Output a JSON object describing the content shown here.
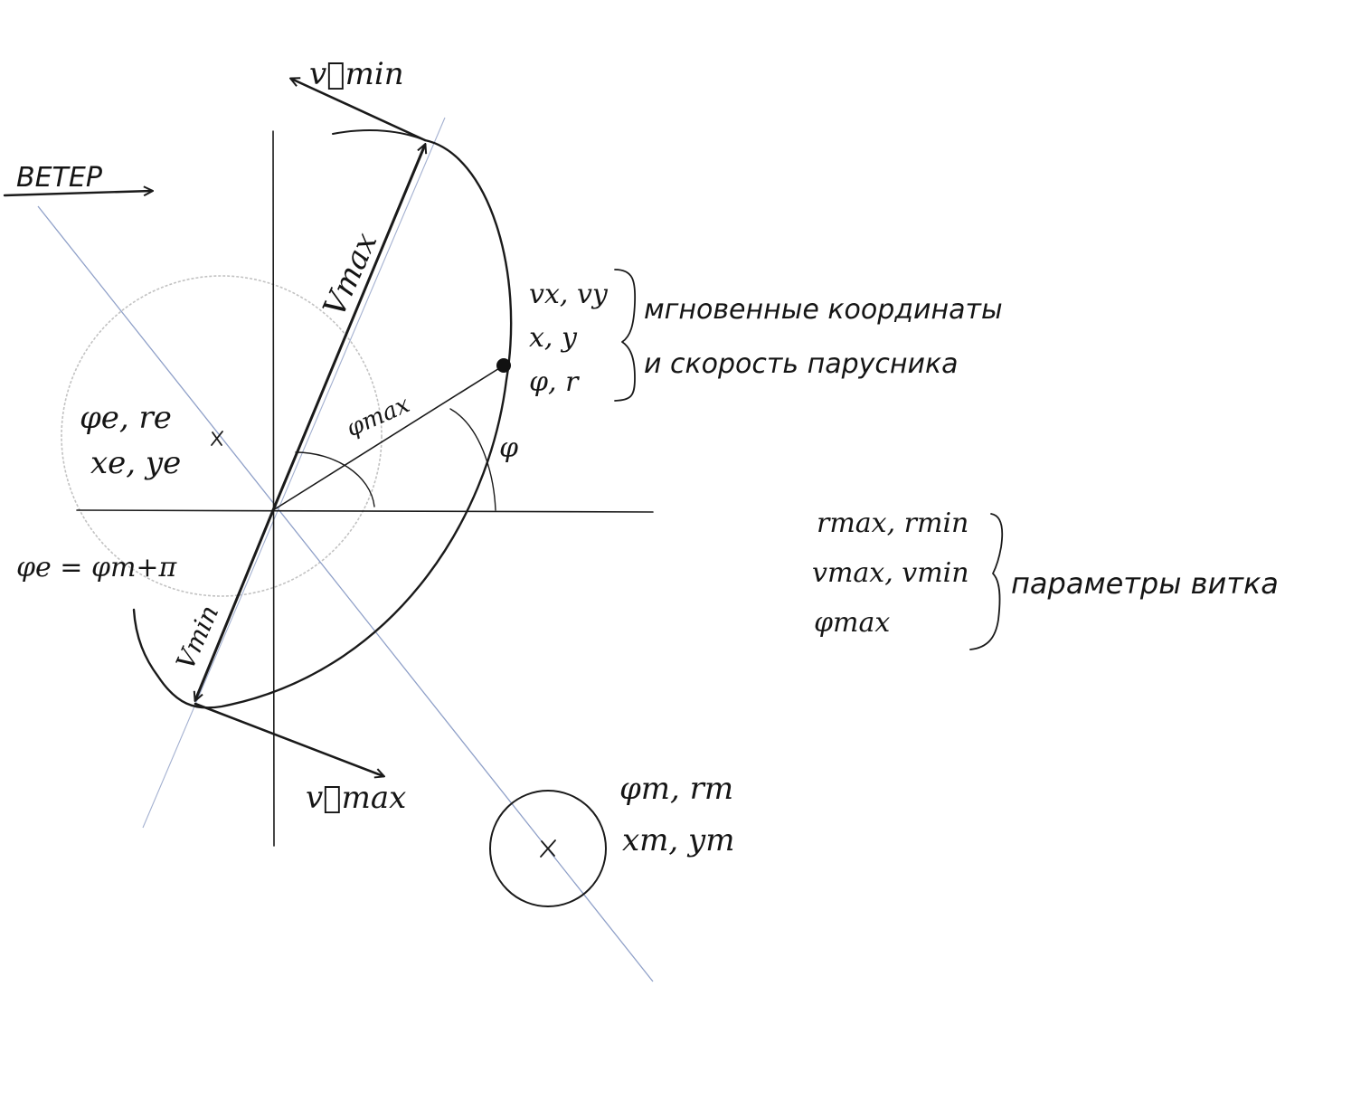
{
  "labels": {
    "wind": "ВЕТЕР",
    "v_min_vec": "v⃗min",
    "v_max_vec": "v⃗max",
    "r_max": "Vmax",
    "r_min": "Vmin",
    "phi_max": "φmax",
    "phi": "φ",
    "earth_1": "φe, re",
    "earth_2": "xe, ye",
    "relation": "φe = φm+π",
    "moon_1": "φm, rm",
    "moon_2": "xm, ym"
  },
  "instant": {
    "line1": "vx, vy",
    "line2": "x, y",
    "line3": "φ, r",
    "caption1": "мгновенные координаты",
    "caption2": "и скорость парусника"
  },
  "params": {
    "line1": "rmax, rmin",
    "line2": "vmax, vmin",
    "line3": "φmax",
    "caption": "параметры витка"
  },
  "colors": {
    "ink": "#1a1a1a",
    "pencil": "#b9b9b9",
    "blue_line": "#8fa0c8"
  }
}
